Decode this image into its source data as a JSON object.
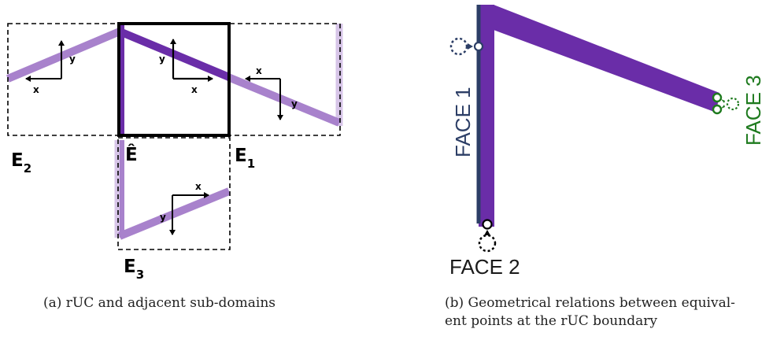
{
  "panel_a": {
    "labels": {
      "e_hat": "Ê",
      "e1_main": "E",
      "e1_sub": "1",
      "e2_main": "E",
      "e2_sub": "2",
      "e3_main": "E",
      "e3_sub": "3"
    },
    "axes": {
      "x": "x",
      "y": "y"
    },
    "caption": "(a) rUC and adjacent sub-domains"
  },
  "panel_b": {
    "labels": {
      "face1": "FACE 1",
      "face2": "FACE 2",
      "face3": "FACE 3"
    },
    "caption_line1": "(b) Geometrical relations between equival-",
    "caption_line2": "ent points at the rUC boundary"
  },
  "colors": {
    "strut_dark": "#6a2da8",
    "strut_light": "#a882cc",
    "strut_faint": "#d7c5e8",
    "face1": "#2c3e66",
    "face3": "#1e7a1e",
    "frame": "#000000"
  }
}
